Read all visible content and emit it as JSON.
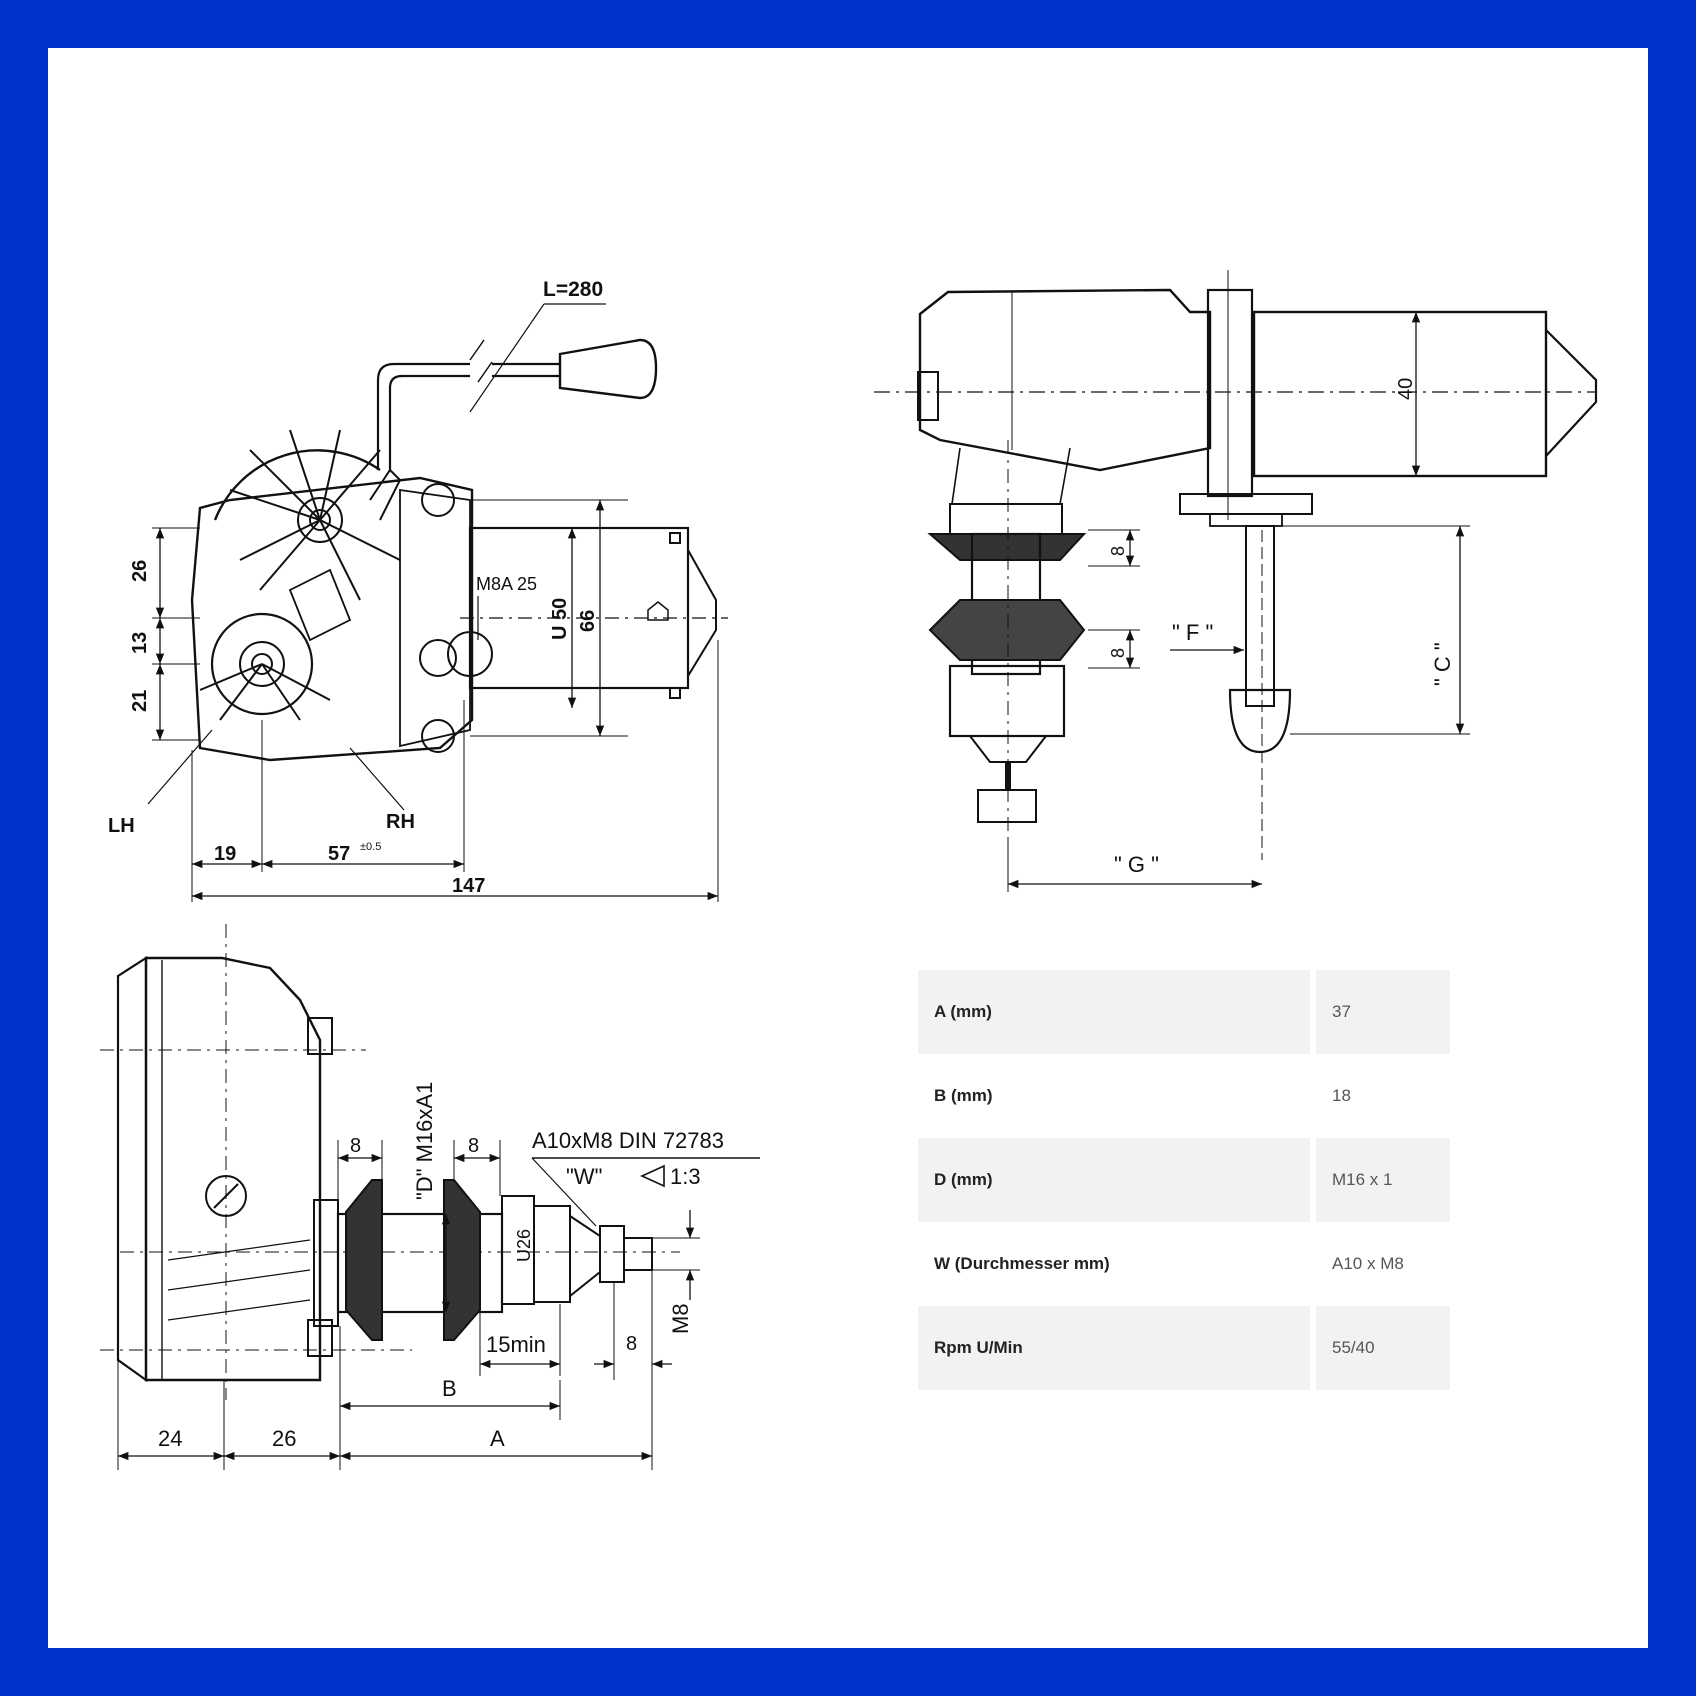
{
  "frame": {
    "border_color": "#0033cc",
    "background": "#ffffff"
  },
  "top_left_view": {
    "cable_length": "L=280",
    "dim_height_26": "26",
    "dim_height_13": "13",
    "dim_height_21": "21",
    "dim_u50": "U 50",
    "dim_66": "66",
    "bolt_label": "M8A 25",
    "left_hand": "LH",
    "right_hand": "RH",
    "dim_19": "19",
    "dim_57": "57",
    "dim_57_tol": "±0.5",
    "dim_147": "147"
  },
  "top_right_view": {
    "dim_40": "40",
    "dim_8_upper": "8",
    "dim_8_lower": "8",
    "dim_f": "\" F \"",
    "dim_c": "\" C \"",
    "dim_g": "\" G \""
  },
  "bottom_view": {
    "shaft_thread": "\"D\" M16xA1",
    "dim_8_a": "8",
    "dim_8_b": "8",
    "cone_label": "A10xM8 DIN 72783",
    "w_label": "\"W\"",
    "taper_label": "1:3",
    "u26": "U26",
    "dim_15min": "15min",
    "dim_8_c": "8",
    "thread_m8": "M8",
    "dim_b": "B",
    "dim_24": "24",
    "dim_26": "26",
    "dim_a": "A"
  },
  "specs": [
    {
      "key": "A (mm)",
      "value": "37"
    },
    {
      "key": "B (mm)",
      "value": "18"
    },
    {
      "key": "D (mm)",
      "value": "M16 x 1"
    },
    {
      "key": "W (Durchmesser mm)",
      "value": "A10 x M8"
    },
    {
      "key": "Rpm U/Min",
      "value": "55/40"
    }
  ]
}
